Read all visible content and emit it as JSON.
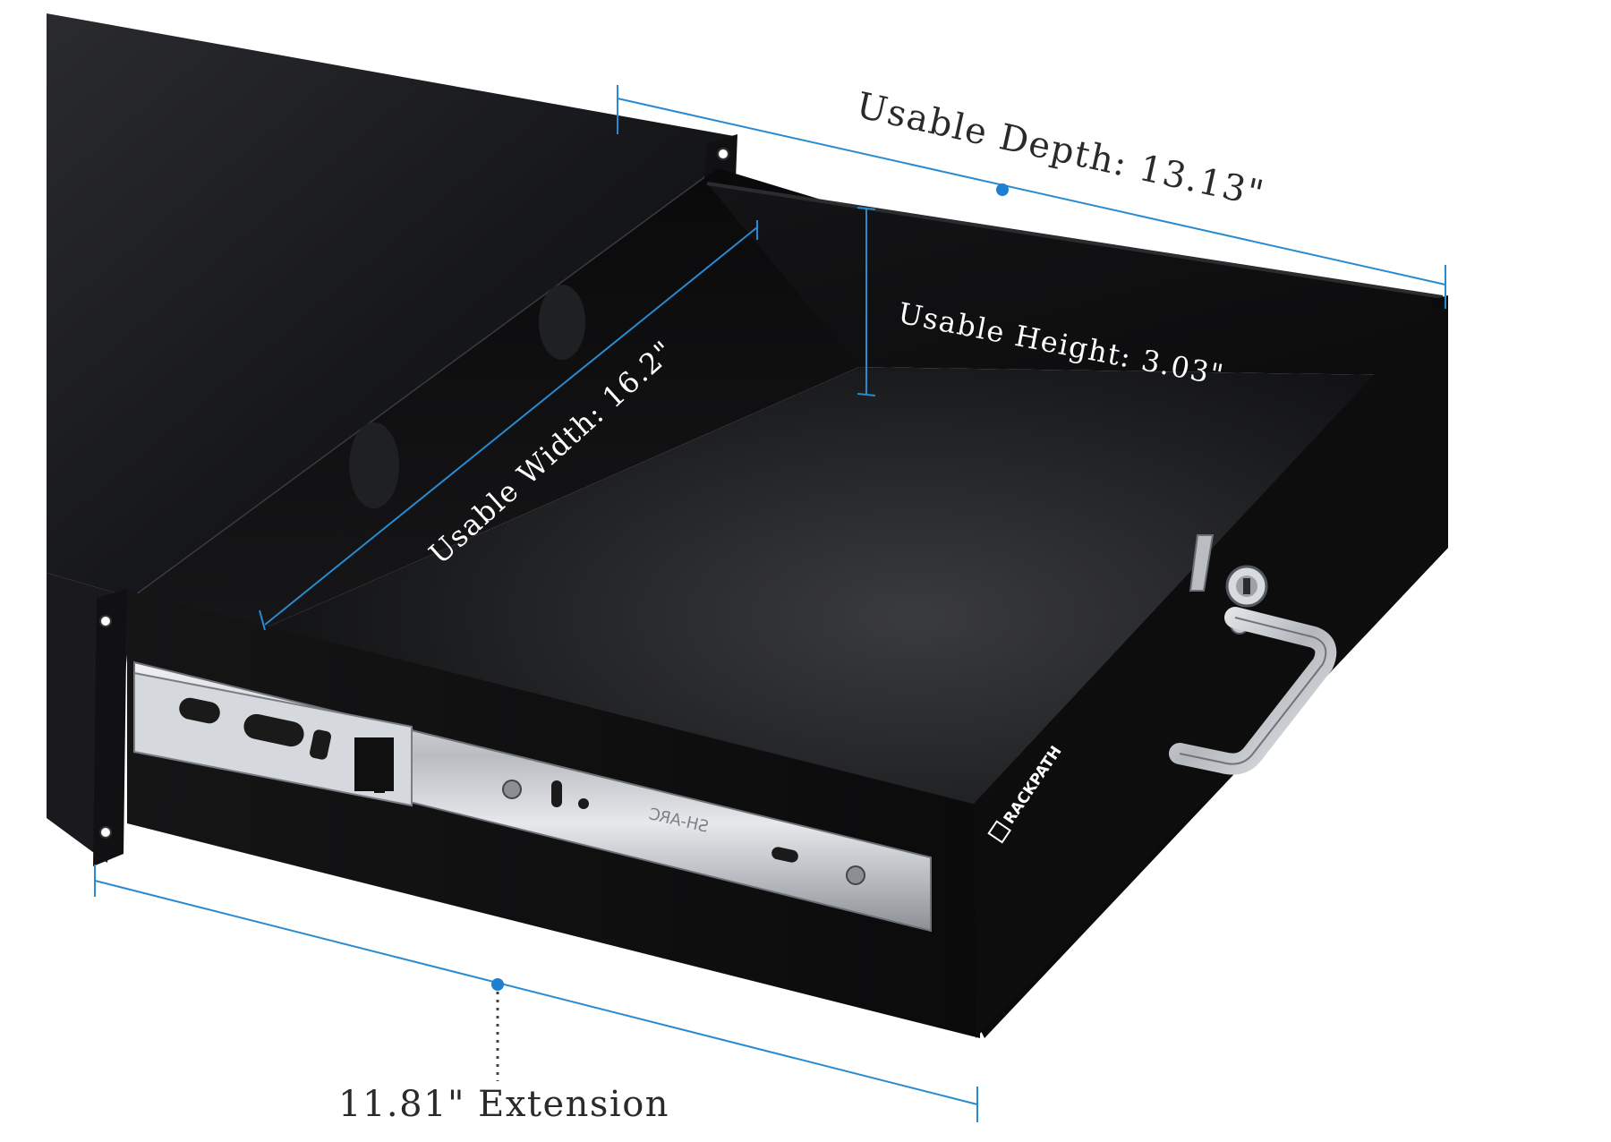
{
  "image": {
    "subject": "rack-mount-drawer",
    "brand_label": "RACKPATH",
    "rail_stamp": "SH-ARC"
  },
  "annotations": {
    "depth_label": "Usable Depth: 13.13\"",
    "height_label": "Usable Height: 3.03\"",
    "width_label": "Usable Width: 16.2\"",
    "extension_label": "11.81\" Extension"
  },
  "colors": {
    "dimension_line": "#2a8ad0",
    "dimension_dot": "#1f7fd0",
    "label_white": "#ffffff",
    "label_dark": "#2a2a2a",
    "drawer_black": "#0b0b0c",
    "rail_silver": "#c9ccd0",
    "handle_silver": "#d8dbdf"
  },
  "icons": {
    "lock": "key-lock-icon",
    "handle": "drawer-handle-icon",
    "logo": "rackpath-logo-icon"
  }
}
